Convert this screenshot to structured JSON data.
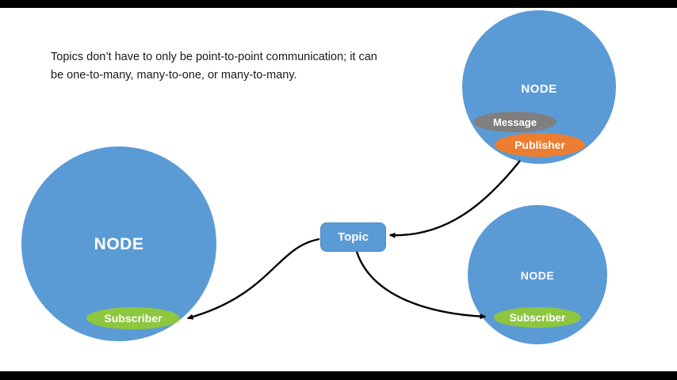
{
  "annotation": "Topics don’t have to only be point-to-point communication; it can be one-to-many, many-to-one, or many-to-many.",
  "topic": {
    "label": "Topic"
  },
  "nodes": {
    "left": {
      "label": "NODE",
      "subscriber_label": "Subscriber"
    },
    "top_right": {
      "label": "NODE",
      "message_label": "Message",
      "publisher_label": "Publisher"
    },
    "bottom_right": {
      "label": "NODE",
      "subscriber_label": "Subscriber"
    }
  },
  "colors": {
    "node_blue": "#5B9BD5",
    "subscriber_green": "#8DC63F",
    "publisher_orange": "#ED7D31",
    "message_gray": "#7F7F7F",
    "arrow_black": "#000000",
    "letterbox_black": "#000000"
  }
}
